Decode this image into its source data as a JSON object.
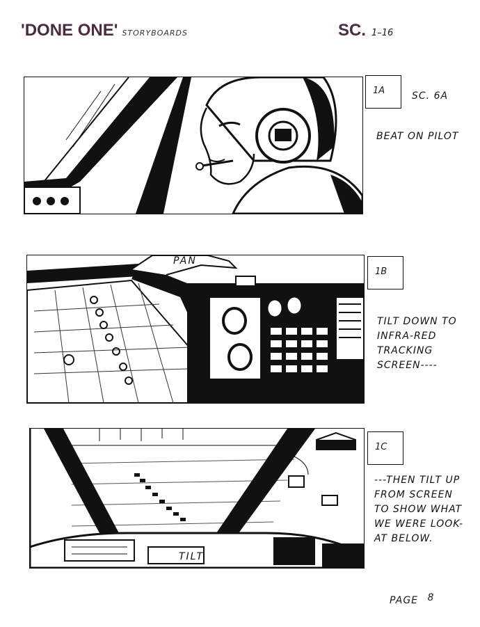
{
  "header": {
    "title": "'DONE ONE'",
    "subtitle": "STORYBOARDS",
    "scene_label": "SC.",
    "scene_range": "1–16"
  },
  "panels": [
    {
      "number": "1A",
      "scene_ref": "SC. 6A",
      "description": [
        "BEAT ON PILOT"
      ]
    },
    {
      "number": "1B",
      "cue": "PAN",
      "description": [
        "TILT DOWN TO",
        "INFRA-RED",
        "TRACKING",
        "SCREEN----"
      ]
    },
    {
      "number": "1C",
      "cue": "TILT",
      "description": [
        "---THEN TILT UP",
        "FROM SCREEN",
        "TO SHOW WHAT",
        "WE WERE LOOK-",
        "AT BELOW."
      ]
    }
  ],
  "footer": {
    "page_label": "PAGE",
    "page_number": "8"
  }
}
